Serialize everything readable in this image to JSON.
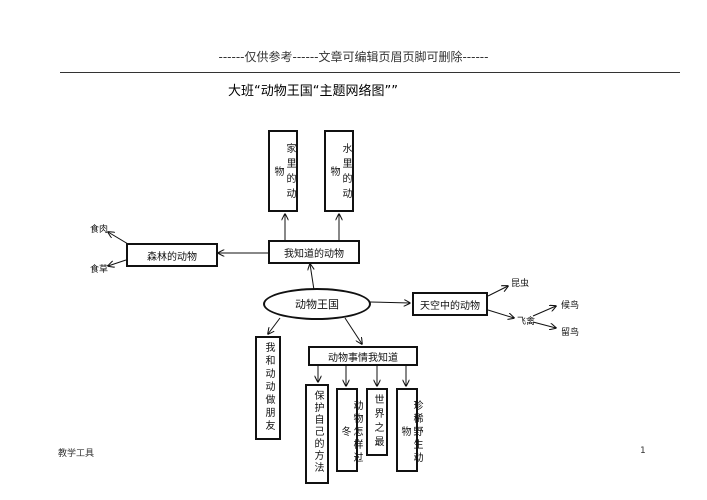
{
  "header": {
    "text": "------仅供参考------文章可编辑页眉页脚可删除------"
  },
  "title": "大班“动物王国“主题网络图””",
  "center": {
    "label": "动物王国"
  },
  "know": {
    "label": "我知道的动物"
  },
  "home_animals": {
    "label": "家里的动物"
  },
  "water_animals": {
    "label": "水里的动物"
  },
  "forest": {
    "label": "森林的动物"
  },
  "meat": {
    "label": "食肉"
  },
  "grass": {
    "label": "食草"
  },
  "sky": {
    "label": "天空中的动物"
  },
  "insects": {
    "label": "昆虫"
  },
  "birds": {
    "label": "飞禽"
  },
  "migrant": {
    "label": "候鸟"
  },
  "resident": {
    "label": "留鸟"
  },
  "friends": {
    "label": "我和动动做朋友"
  },
  "facts": {
    "label": "动物事情我知道"
  },
  "protect": {
    "label": "保护自己的方法"
  },
  "winter": {
    "label": "动物怎样过冬"
  },
  "world": {
    "label": "世界之最"
  },
  "rare": {
    "label": "珍稀野生动物"
  },
  "footer": {
    "left": "教学工具",
    "page": "1"
  }
}
